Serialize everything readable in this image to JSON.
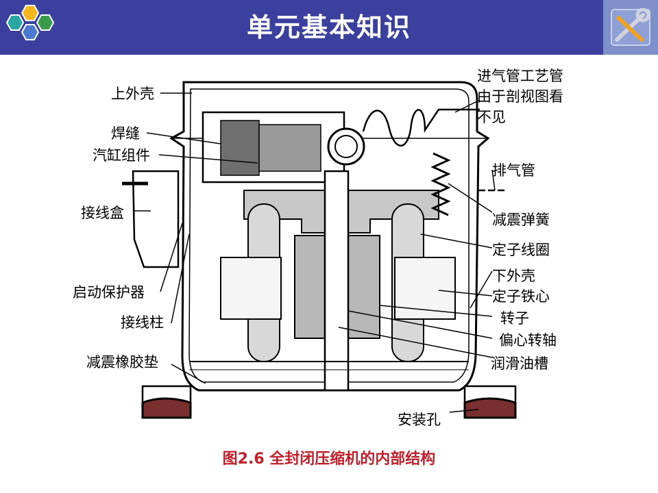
{
  "header": {
    "title": "单元基本知识",
    "bg_color": "#3b3f9d",
    "logo_icon": "hexagon-cluster-icon",
    "tool_icon": "wrench-screwdriver-icon"
  },
  "labels": {
    "upper_shell": "上外壳",
    "weld_seam": "焊缝",
    "cylinder_assembly": "汽缸组件",
    "junction_box": "接线盒",
    "start_protector": "启动保护器",
    "terminal_post": "接线柱",
    "rubber_damping_pad": "减震橡胶垫",
    "intake_pipe_line1": "进气管工艺管",
    "intake_pipe_line2": "由于剖视图看",
    "intake_pipe_line3": "不见",
    "exhaust_pipe": "排气管",
    "damping_spring": "减震弹簧",
    "stator_coil": "定子线圈",
    "lower_shell": "下外壳",
    "stator_core": "定子铁心",
    "rotor": "转子",
    "eccentric_shaft": "偏心转轴",
    "oil_sump": "润滑油槽",
    "mounting_hole": "安装孔"
  },
  "caption": "图2.6  全封闭压缩机的内部结构",
  "caption_color": "#c0202a"
}
